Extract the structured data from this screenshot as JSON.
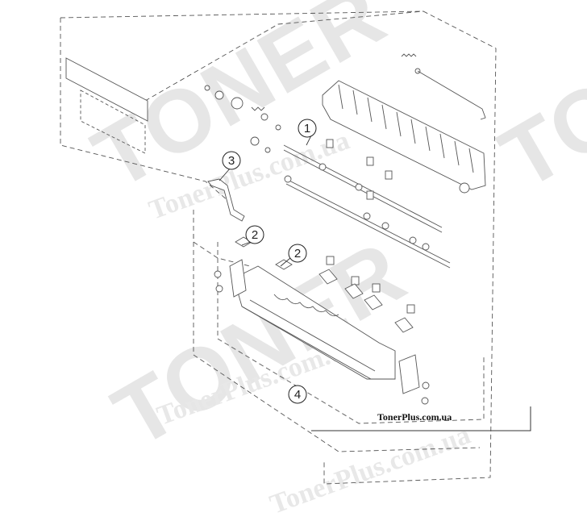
{
  "watermark": {
    "brand": "TONER",
    "site": "TonerPlus.com.ua"
  },
  "callouts": [
    "1",
    "2",
    "3",
    "2",
    "4"
  ],
  "caption": "TonerPlus.com.ua"
}
